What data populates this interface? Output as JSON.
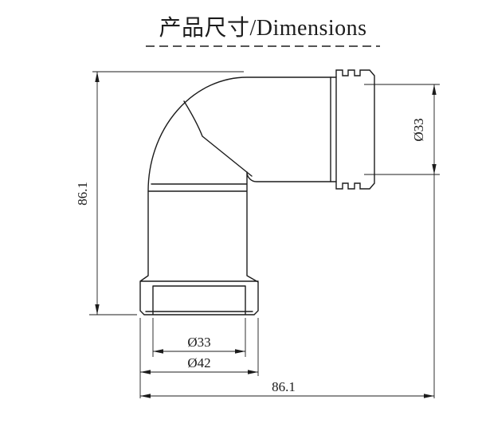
{
  "title": {
    "text": "产品尺寸/Dimensions"
  },
  "dimensions": {
    "height": "86.1",
    "length": "86.1",
    "right_port_diameter": "Ø33",
    "bottom_bore_diameter": "Ø33",
    "bottom_socket_diameter": "Ø42"
  },
  "drawing": {
    "line_color": "#1c1c1c",
    "background": "#ffffff"
  }
}
